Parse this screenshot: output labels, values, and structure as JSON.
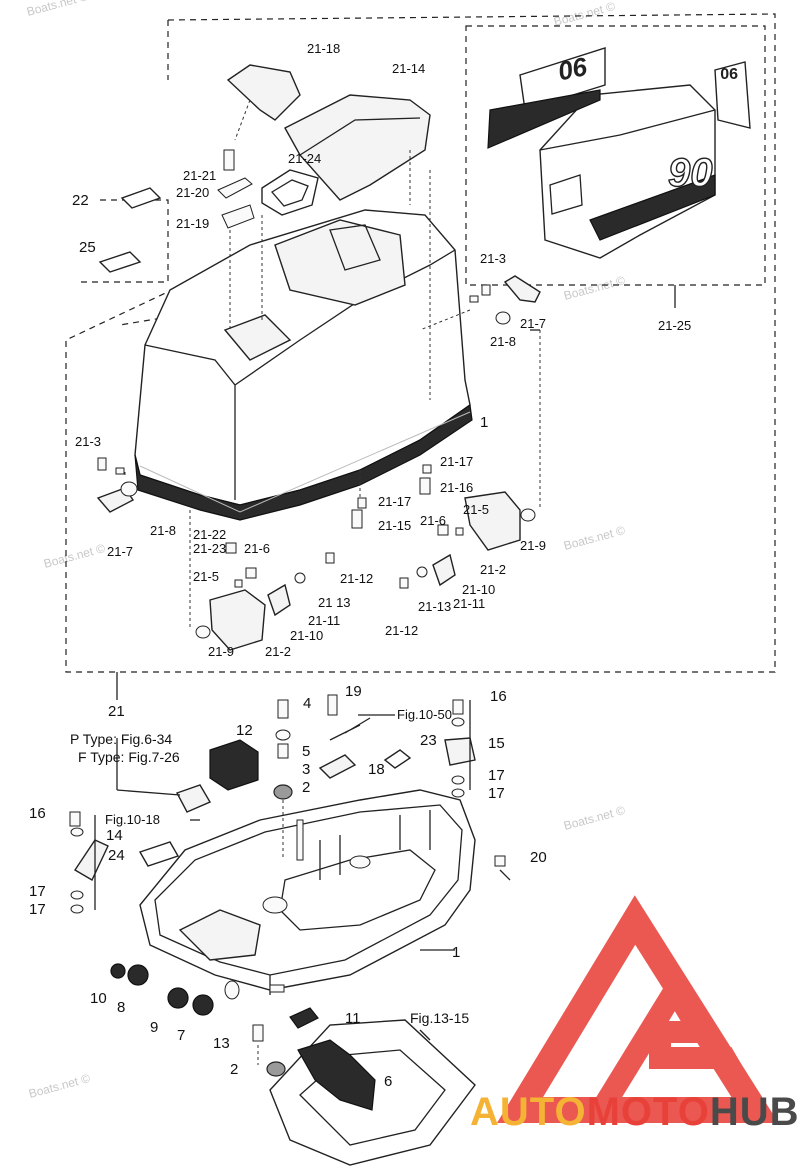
{
  "labels": {
    "group_top": "21",
    "l21_18": "21-18",
    "l21_14": "21-14",
    "l21_21": "21-21",
    "l21_20": "21-20",
    "l21_24": "21-24",
    "l21_19": "21-19",
    "l22": "22",
    "l25": "25",
    "l21_3a": "21-3",
    "l21_7a": "21-7",
    "l21_8a": "21-8",
    "l21_25": "21-25",
    "lone_a": "1",
    "l21_3b": "21-3",
    "l21_17a": "21-17",
    "l21_16": "21-16",
    "l21_17b": "21-17",
    "l21_15": "21-15",
    "l21_5a": "21-5",
    "l21_6a": "21-6",
    "l21_8b": "21-8",
    "l21_7b": "21-7",
    "l21_9a": "21-9",
    "l21_22": "21-22",
    "l21_23": "21-23",
    "l21_6b": "21-6",
    "l21_12a": "21-12",
    "l21_2a": "21-2",
    "l21_10a": "21-10",
    "l21_11a": "21-11",
    "l21_13a": "21-13",
    "l21_12b": "21-12",
    "l21_5b": "21-5",
    "l21_13b": "21 13",
    "l21_11b": "21-11",
    "l21_10b": "21-10",
    "l21_9b": "21-9",
    "l21_2b": "21-2",
    "l4": "4",
    "l19": "19",
    "l16a": "16",
    "l12": "12",
    "l5": "5",
    "l3": "3",
    "l2a": "2",
    "l18": "18",
    "l23": "23",
    "l15": "15",
    "l17a": "17",
    "l17b": "17",
    "l16b": "16",
    "l14": "14",
    "l24": "24",
    "l20": "20",
    "l17c": "17",
    "l17d": "17",
    "lone_b": "1",
    "l10": "10",
    "l8": "8",
    "l9": "9",
    "l7": "7",
    "l11": "11",
    "l13": "13",
    "l2b": "2",
    "l6": "6"
  },
  "notes": {
    "p_type": "P Type: Fig.6-34",
    "f_type": "F Type: Fig.7-26",
    "fig_10_50": "Fig.10-50",
    "fig_10_18": "Fig.10-18",
    "fig_13_15": "Fig.13-15"
  },
  "decal_text": "90",
  "watermark": "Boats.net ©",
  "logo": {
    "part1": "AUTO",
    "part2": "MOTO",
    "part3": "HUB",
    "color_orange": "#f5b335",
    "color_red": "#e8413a",
    "color_gray": "#4a4a4a"
  }
}
